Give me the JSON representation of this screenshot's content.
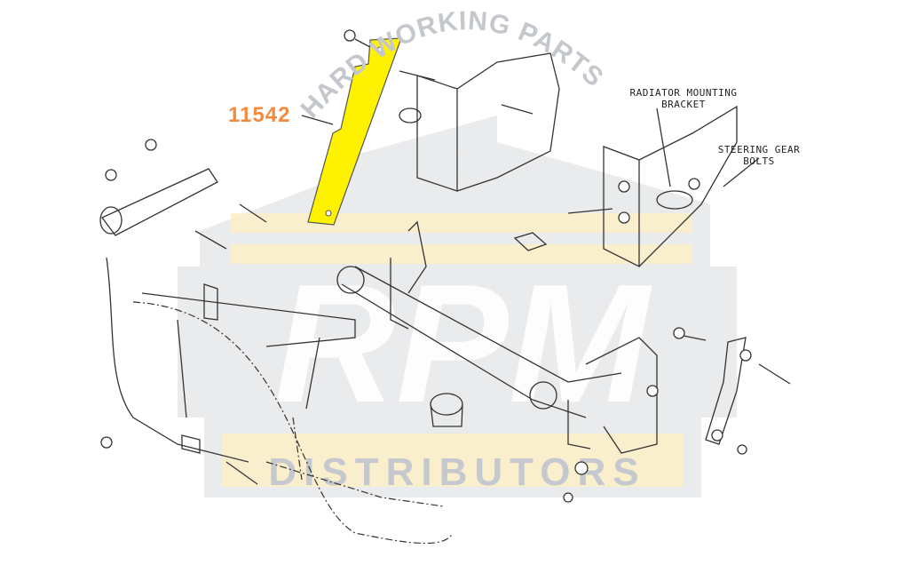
{
  "diagram": {
    "highlighted_part": {
      "number": "11542",
      "color": "#fff200"
    },
    "part_number_color": "#f58a3c",
    "callouts": {
      "radiator_line1": "RADIATOR MOUNTING",
      "radiator_line2": "BRACKET",
      "steering_line1": "STEERING GEAR",
      "steering_line2": "BOLTS"
    }
  },
  "watermark": {
    "tagline": "HARD WORKING PARTS",
    "brand": "RPM",
    "subtitle": "DISTRIBUTORS",
    "colors": {
      "gray": "#d3d6db",
      "yellow": "#fdf0c4"
    }
  }
}
